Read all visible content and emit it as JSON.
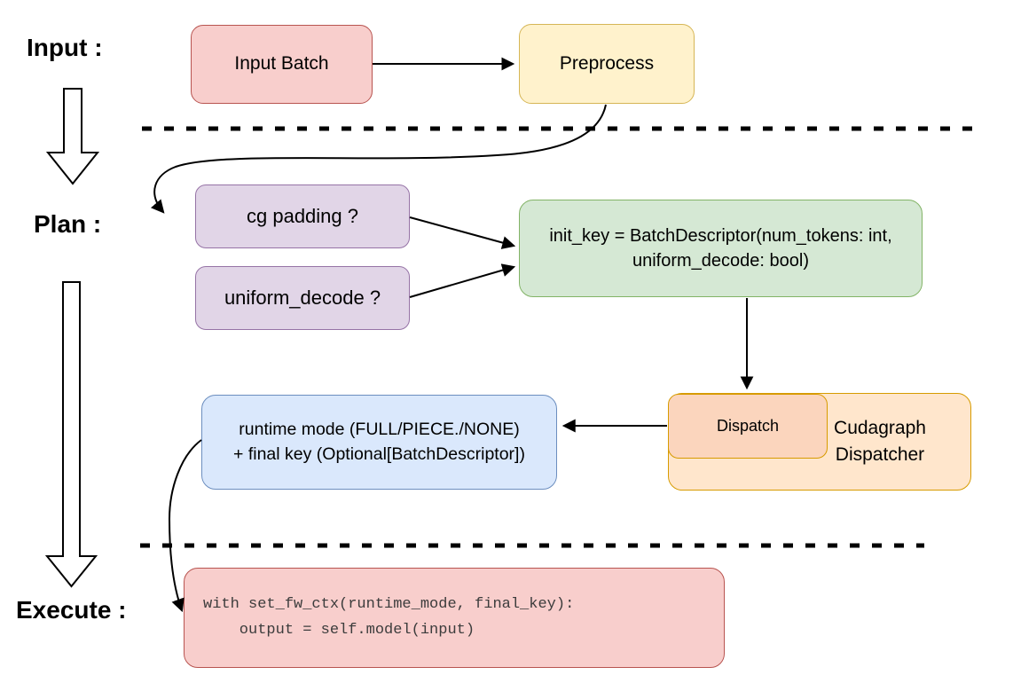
{
  "stage_labels": {
    "input": "Input :",
    "plan": "Plan :",
    "execute": "Execute :"
  },
  "nodes": {
    "input_batch": "Input Batch",
    "preprocess": "Preprocess",
    "cg_padding": "cg padding ?",
    "uniform_decode": "uniform_decode ?",
    "init_key_line1": "init_key = BatchDescriptor(num_tokens: int,",
    "init_key_line2": "uniform_decode: bool)",
    "dispatch": "Dispatch",
    "cudagraph_line1": "Cudagraph",
    "cudagraph_line2": "Dispatcher",
    "runtime_line1": "runtime mode (FULL/PIECE./NONE)",
    "runtime_line2": "+ final key (Optional[BatchDescriptor])",
    "code_line1": "with set_fw_ctx(runtime_mode, final_key):",
    "code_line2": "    output = self.model(input)"
  },
  "colors": {
    "node_pink_fill": "#f8cecc",
    "node_pink_stroke": "#b85450",
    "node_yellow_fill": "#fff2cc",
    "node_yellow_stroke": "#d6b656",
    "node_purple_fill": "#e1d5e7",
    "node_purple_stroke": "#9673a6",
    "node_green_fill": "#d5e8d4",
    "node_green_stroke": "#82b366",
    "node_blue_fill": "#dae8fc",
    "node_blue_stroke": "#6c8ebf",
    "node_orange_fill": "#ffe6cc",
    "node_orange_stroke": "#d79b00",
    "node_dispatch_fill": "#fbd5bd",
    "connector": "#000000"
  }
}
